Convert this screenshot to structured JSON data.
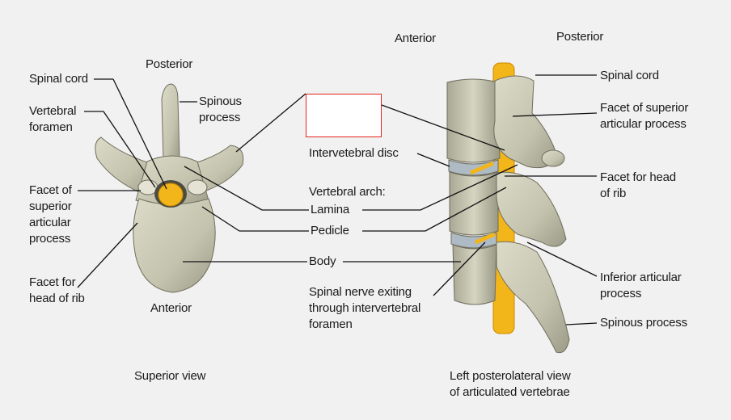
{
  "labels": {
    "posterior_left": "Posterior",
    "spinal_cord_left": "Spinal cord",
    "vertebral_foramen": "Vertebral\nforamen",
    "spinous_process_left": "Spinous\nprocess",
    "facet_superior_left": "Facet of\nsuperior\narticular\nprocess",
    "facet_head_rib_left": "Facet for\nhead of rib",
    "anterior_left": "Anterior",
    "superior_view": "Superior view",
    "anterior_top": "Anterior",
    "posterior_right": "Posterior",
    "intervertebral_disc": "Intervetebral disc",
    "vertebral_arch": "Vertebral arch:",
    "lamina": "Lamina",
    "pedicle": "Pedicle",
    "body": "Body",
    "spinal_nerve": "Spinal nerve exiting\nthrough intervertebral\nforamen",
    "spinal_cord_right": "Spinal cord",
    "facet_superior_right": "Facet of superior\narticular process",
    "facet_head_rib_right": "Facet for head\nof rib",
    "inferior_articular": "Inferior articular\nprocess",
    "spinous_process_right": "Spinous process",
    "posterolateral_view": "Left posterolateral view\nof articulated vertebrae"
  },
  "colors": {
    "bone": "#c9c8b4",
    "bone_dark": "#8f8e7c",
    "spinal_cord": "#f2b51a",
    "highlight_box": "#e2231a"
  }
}
